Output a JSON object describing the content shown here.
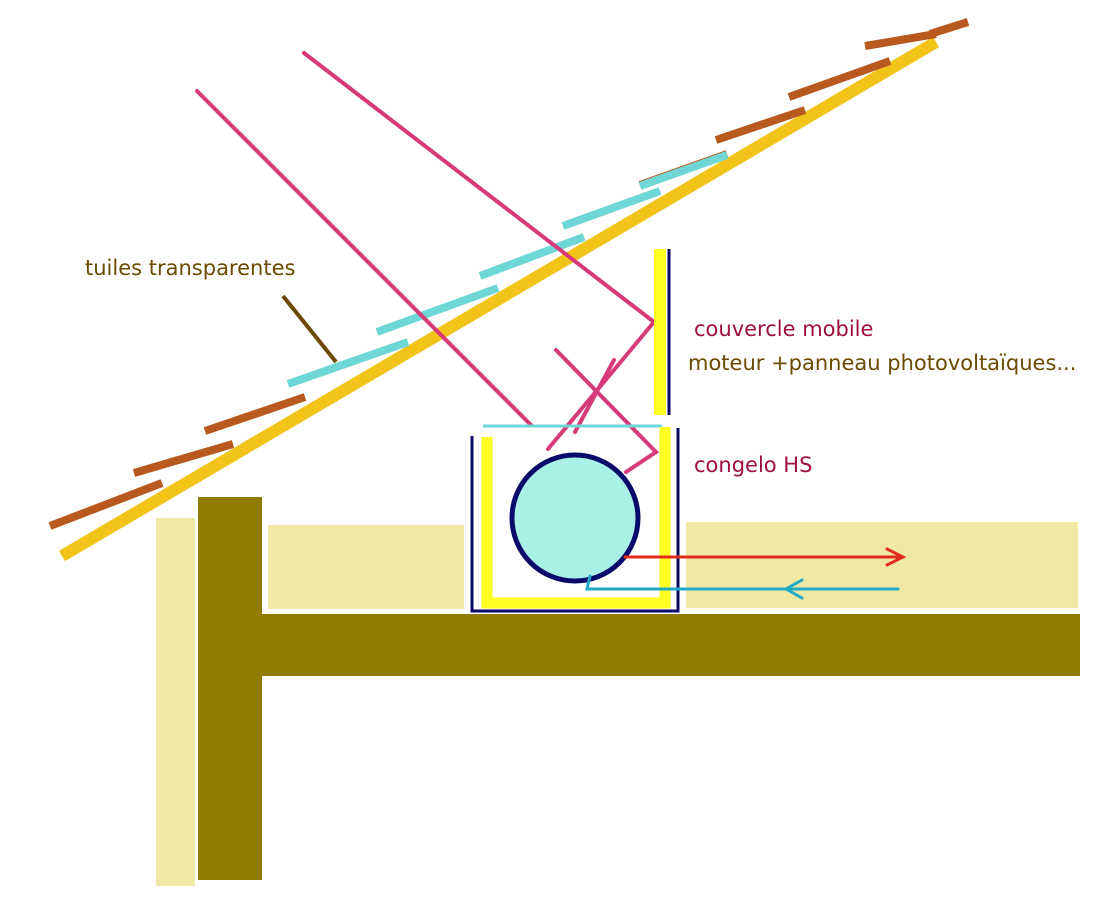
{
  "labels": {
    "tiles": "tuiles transparentes",
    "lid": "couvercle  mobile",
    "motor": "moteur +panneau photovoltaïques...",
    "freezer": "congelo HS"
  },
  "colors": {
    "roof_beam": "#f2c318",
    "terracotta_tile": "#b85a20",
    "transparent_tile": "#6fd6d6",
    "sun_ray": "#d63a78",
    "wall": "#927c00",
    "insulation": "#f0e9a4",
    "lid_panel": "#ffff22",
    "box_outline": "#0a0a6a",
    "tank_fill": "#a9f0e6",
    "tank_outline": "#0a0a6a",
    "hot_pipe": "#e02a1a",
    "cold_pipe": "#22a9c4",
    "label_brown": "#6b4a00",
    "label_crimson": "#a0103c"
  }
}
